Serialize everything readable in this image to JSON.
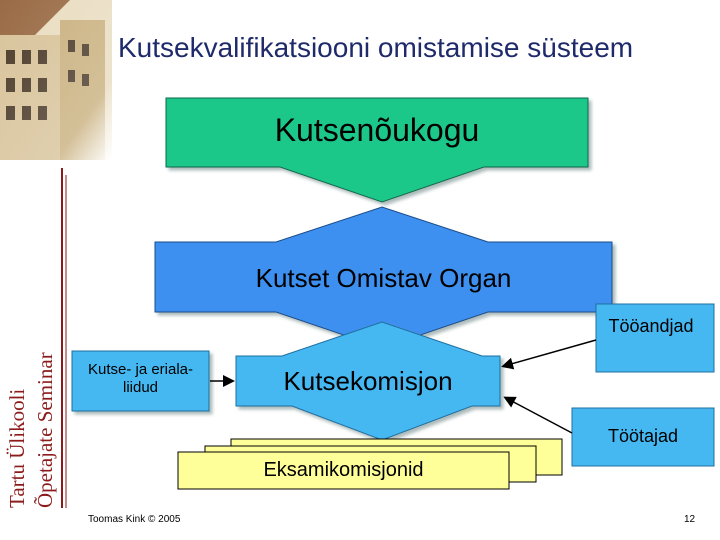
{
  "title": "Kutsekvalifikatsiooni omistamise süsteem",
  "logo": {
    "line1": "Tartu Ülikooli",
    "line2": "Õpetajate Seminar"
  },
  "boxes": {
    "kutsenoukogu": "Kutsenõukogu",
    "omistav_organ": "Kutset Omistav Organ",
    "liidud": "Kutse- ja eriala-liidud",
    "kutsekomisjon": "Kutsekomisjon",
    "eksamikomisjonid": "Eksamikomisjonid",
    "tooandjad": "Tööandjad",
    "tootajad": "Töötajad"
  },
  "footer": {
    "author": "Toomas Kink © 2005",
    "page": "12"
  },
  "colors": {
    "green": "#1fc78a",
    "blue": "#3d8ff0",
    "lightblue": "#45b8f2",
    "yellow": "#ffff99",
    "title": "#1f2a6b"
  }
}
